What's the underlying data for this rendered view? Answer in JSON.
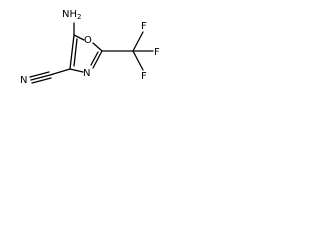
{
  "molecule": {
    "atoms": {
      "amino_group": "NH2",
      "ring_oxygen": "O",
      "ring_nitrogen": "N",
      "nitrile_nitrogen": "N",
      "fluorine_top": "F",
      "fluorine_right": "F",
      "fluorine_bottom": "F"
    },
    "colors": {
      "bond": "#000000",
      "label": "#000000",
      "background": "#ffffff"
    }
  }
}
